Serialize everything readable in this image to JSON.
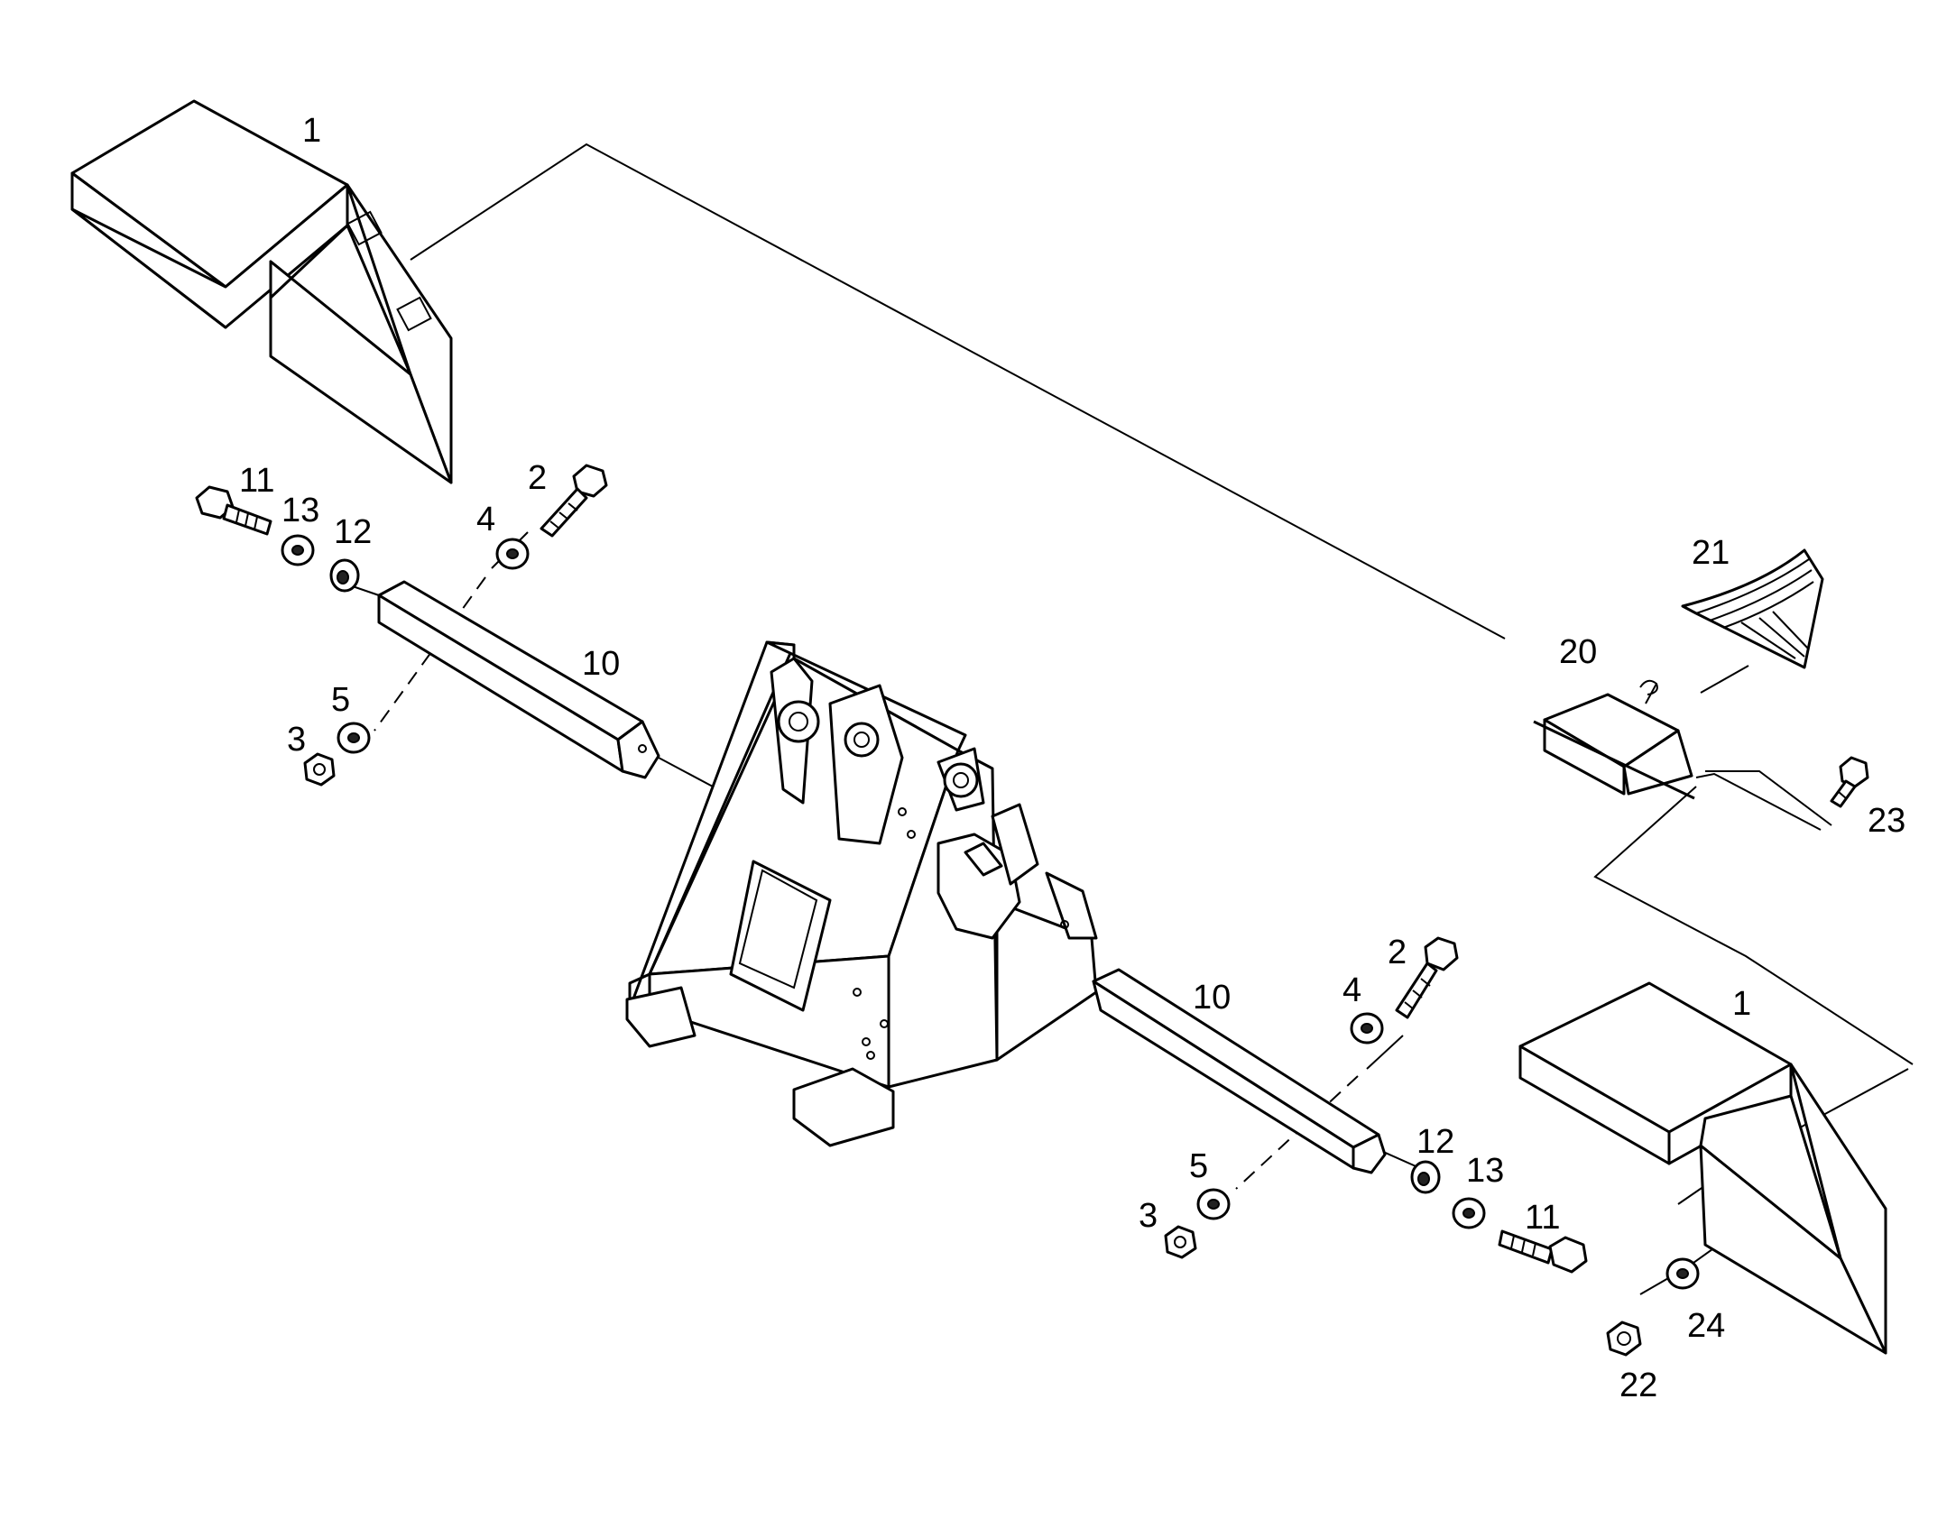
{
  "diagram": {
    "callouts": [
      "1",
      "1",
      "2",
      "2",
      "3",
      "3",
      "4",
      "4",
      "5",
      "5",
      "10",
      "10",
      "11",
      "11",
      "12",
      "12",
      "13",
      "13",
      "20",
      "21",
      "22",
      "23",
      "24"
    ]
  }
}
